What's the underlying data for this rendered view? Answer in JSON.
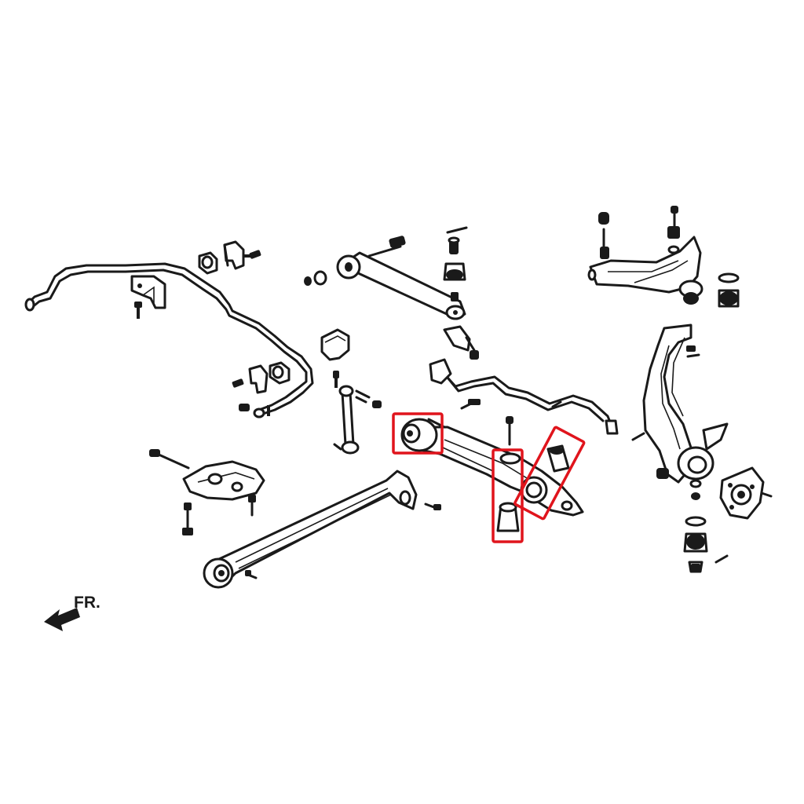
{
  "direction_label": "FR.",
  "highlight_color": "#e0141c",
  "ink_color": "#1a1a1a",
  "background": "#ffffff",
  "components": [
    "stabilizer-bar",
    "stabilizer-bushings",
    "upper-control-arm",
    "compensator-arm",
    "lower-control-arm",
    "trailing-arm",
    "knuckle",
    "hub-carrier",
    "stabilizer-link",
    "abs-sensor-harness",
    "ball-joint",
    "bolts"
  ],
  "highlighted_parts": [
    "lower-arm-front-bushing",
    "lower-arm-rear-bushing",
    "lower-arm-outer-bushing"
  ]
}
